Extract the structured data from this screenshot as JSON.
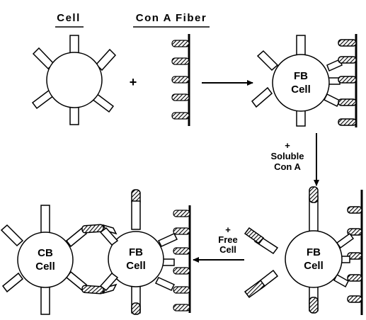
{
  "headers": {
    "cell": "Cell",
    "fiber": "Con A Fiber"
  },
  "symbols": {
    "plus": "+"
  },
  "cells": {
    "fb_top_line1": "FB",
    "fb_top_line2": "Cell",
    "fb_bottom_right_line1": "FB",
    "fb_bottom_right_line2": "Cell",
    "fb_bottom_left_line1": "FB",
    "fb_bottom_left_line2": "Cell",
    "cb_line1": "CB",
    "cb_line2": "Cell"
  },
  "steps": {
    "soluble_plus": "+",
    "soluble_line1": "Soluble",
    "soluble_line2": "Con A",
    "free_plus": "+",
    "free_line1": "Free",
    "free_line2": "Cell"
  },
  "colors": {
    "ink": "#000000",
    "paper": "#ffffff"
  }
}
